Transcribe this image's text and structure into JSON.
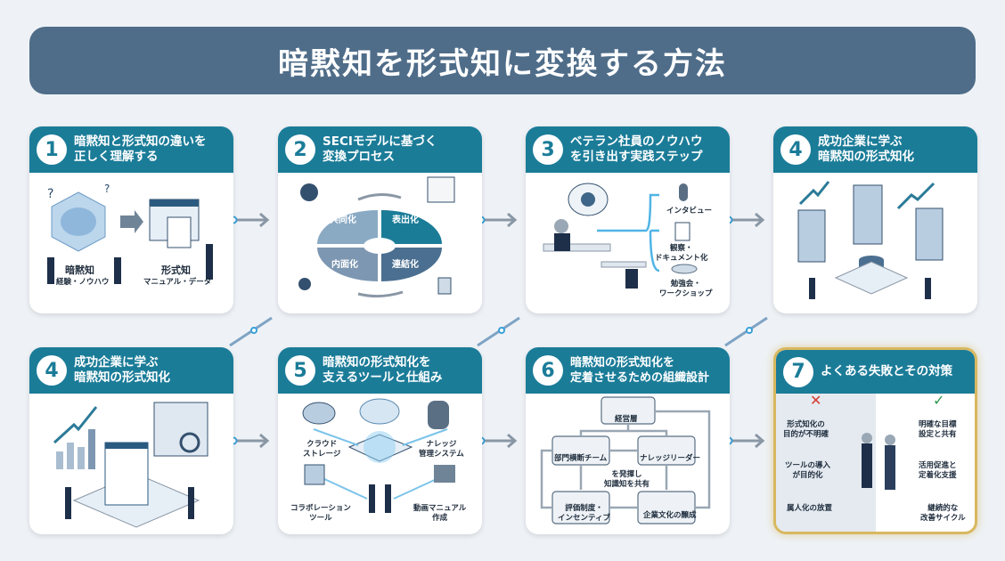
{
  "title": "暗黙知を形式知に変換する方法",
  "colors": {
    "title_bg": "#4f6d89",
    "header_bg": "#1b7c98",
    "accent_gold": "#d8b860",
    "background": "#eef2f6"
  },
  "cards": [
    {
      "num": "1",
      "title": "暗黙知と形式知の違いを\n正しく理解する",
      "labels": [
        "暗黙知",
        "経験・ノウハウ",
        "形式知",
        "マニュアル・データ"
      ]
    },
    {
      "num": "2",
      "title": "SECIモデルに基づく\n変換プロセス",
      "labels": [
        "共同化",
        "表出化",
        "内面化",
        "連結化"
      ]
    },
    {
      "num": "3",
      "title": "ベテラン社員のノウハウ\nを引き出す実践ステップ",
      "labels": [
        "インタビュー",
        "観察・\nドキュメント化",
        "勉強会・\nワークショップ"
      ]
    },
    {
      "num": "4",
      "title": "成功企業に学ぶ\n暗黙知の形式知化",
      "labels": []
    },
    {
      "num": "4",
      "title": "成功企業に学ぶ\n暗黙知の形式知化",
      "labels": []
    },
    {
      "num": "5",
      "title": "暗黙知の形式知化を\n支えるツールと仕組み",
      "labels": [
        "クラウド\nストレージ",
        "ナレッジ\n管理システム",
        "コラボレーション\nツール",
        "動画マニュアル\n作成"
      ]
    },
    {
      "num": "6",
      "title": "暗黙知の形式知化を\n定着させるための組織設計",
      "labels": [
        "経営層",
        "部門横断チーム",
        "ナレッジリーダー",
        "を発揮し\n知識知を共有",
        "評価制度・\nインセンティブ",
        "企業文化の醸成"
      ]
    },
    {
      "num": "7",
      "title": "よくある失敗とその対策",
      "labels": [
        "形式知化の\n目的が不明確",
        "ツールの導入\nが目的化",
        "属人化の放置",
        "明確な目標\n設定と共有",
        "活用促進と\n定着化支援",
        "継続的な\n改善サイクル"
      ]
    }
  ]
}
